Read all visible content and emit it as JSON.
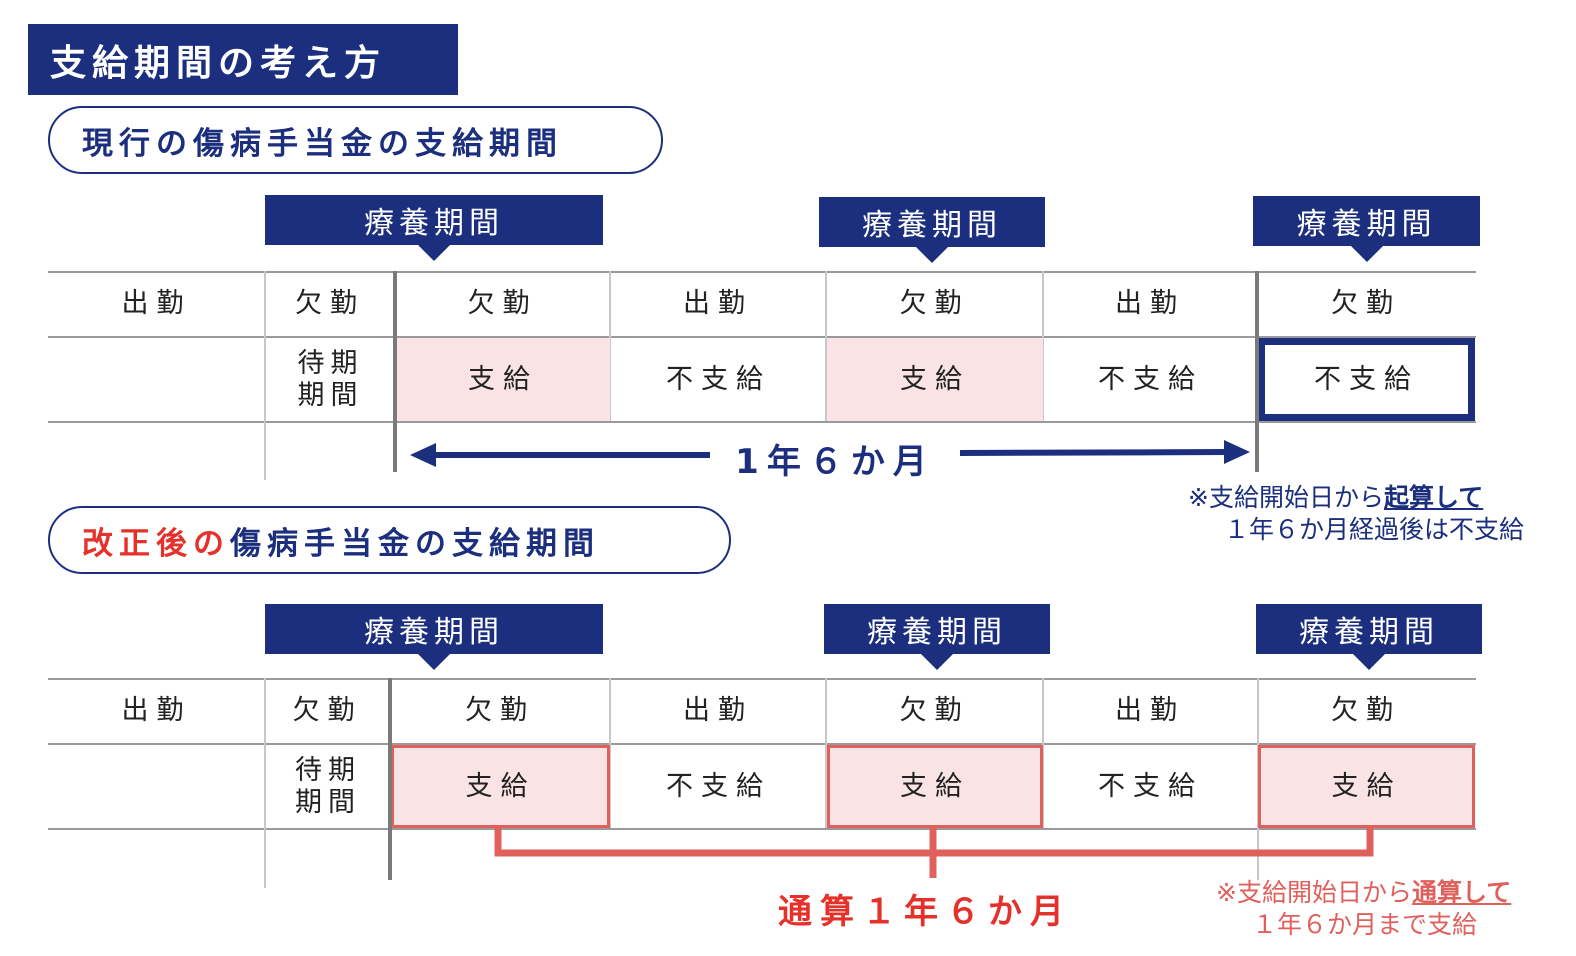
{
  "title": "支給期間の考え方",
  "current": {
    "heading": "現行の傷病手当金の支給期間",
    "period_label": "療養期間",
    "attendance": [
      "出勤",
      "欠勤",
      "欠勤",
      "出勤",
      "欠勤",
      "出勤",
      "欠勤"
    ],
    "payment": [
      "",
      "待期\n期間",
      "支給",
      "不支給",
      "支給",
      "不支給",
      "不支給"
    ],
    "span_label": "1年６か月",
    "note_line1_pre": "※支給開始日から",
    "note_line1_em": "起算して",
    "note_line2": "１年６か月経過後は不支給"
  },
  "revised": {
    "heading_red": "改正後の",
    "heading_rest": "傷病手当金の支給期間",
    "period_label": "療養期間",
    "attendance": [
      "出勤",
      "欠勤",
      "欠勤",
      "出勤",
      "欠勤",
      "出勤",
      "欠勤"
    ],
    "payment": [
      "",
      "待期\n期間",
      "支給",
      "不支給",
      "支給",
      "不支給",
      "支給"
    ],
    "span_label": "通算１年６か月",
    "note_line1_pre": "※支給開始日から",
    "note_line1_em": "通算して",
    "note_line2": "１年６か月まで支給"
  },
  "colors": {
    "navy": "#1b2f7e",
    "red": "#e5312a",
    "pink": "#f9e3e5",
    "bracket": "#e0605c"
  }
}
